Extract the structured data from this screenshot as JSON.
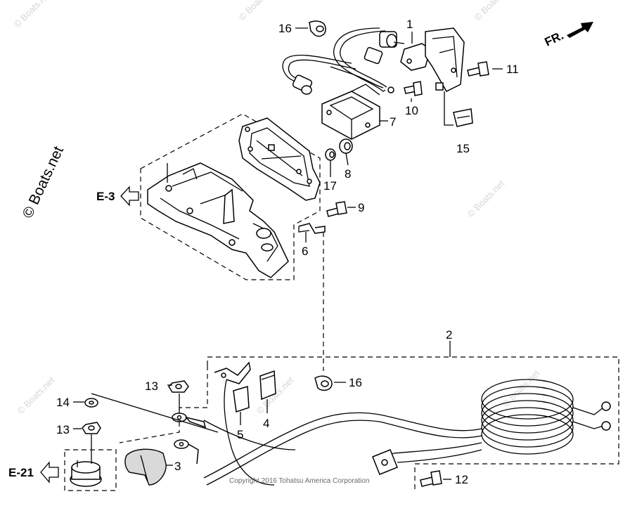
{
  "watermarks": {
    "main": "© Boats.net",
    "tile": "© Boats.net"
  },
  "copyright": "Copyright 2016 Tohatsu America Corporation",
  "references": {
    "front": "FR.",
    "e3": "E-3",
    "e21": "E-21"
  },
  "callouts": {
    "c1": "1",
    "c2": "2",
    "c3": "3",
    "c4": "4",
    "c5": "5",
    "c6": "6",
    "c7": "7",
    "c8": "8",
    "c9": "9",
    "c10": "10",
    "c11": "11",
    "c12": "12",
    "c13a": "13",
    "c13b": "13",
    "c14": "14",
    "c15": "15",
    "c16a": "16",
    "c16b": "16",
    "c17": "17"
  },
  "colors": {
    "line": "#000000",
    "watermark": "#d6d6d6",
    "shading": "#d9d9d9"
  }
}
